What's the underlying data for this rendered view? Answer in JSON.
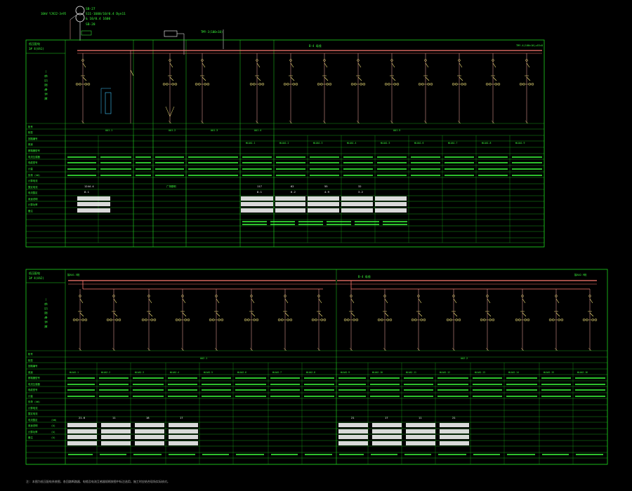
{
  "colors": {
    "background": "#000000",
    "frame": "#1fd41f",
    "text": "#3cff3c",
    "busbar": "#ff7a70",
    "feeder": "#ffb0a8",
    "breaker": "#ffee80",
    "device": "#40c8ff",
    "faint": "#b0b0b0"
  },
  "transformer": {
    "label_top": "SB-27",
    "label_line1": "S11-1600/10/0.4 Dyn11",
    "label_line2": "& 10/0.4 1600",
    "label_bottom": "SB-28",
    "hv_label": "10kV YJV22-3×95"
  },
  "capacitor_label": "TMY-3(100×10)",
  "panel_top": {
    "header": [
      "低压配电",
      "3# 4(AA1)"
    ],
    "side_title": "一 低 压 配 电 系 统",
    "busbar_label": "B-4 母线",
    "bus_end_label": "TMY-4(100×10)+63×8",
    "row_labels": [
      "柜号",
      "柜型",
      "回路编号",
      "用途",
      "断路器型号",
      "电流互感器",
      "电缆型号",
      "计量",
      "负荷 (kW)",
      "计算电流",
      "整定电流",
      "电流整定",
      "用途说明",
      "计算功率",
      "备注"
    ],
    "cabinet_codes": [
      "AA1.1",
      "AA1.2",
      "AA1.3",
      "AA1.4",
      "AA1.5"
    ],
    "feeder_codes": [
      "WLAA1.1",
      "WLAA1.2",
      "WLAA1.3",
      "WLAA1.4",
      "WLAA1.5",
      "WLAA1.6",
      "WLAA1.7",
      "WLAA1.8",
      "WLAA1.9"
    ],
    "values_a": [
      "1244.4",
      "117",
      "62",
      "55",
      "32"
    ],
    "values_b": [
      "8.1",
      "8.1",
      "6.2",
      "4.9",
      "3.2"
    ],
    "note": "广场照明"
  },
  "panel_bottom": {
    "header": [
      "低压配电",
      "3# 4(AA2)"
    ],
    "side_title": "一 低 压 配 电 系 统",
    "busbar_label": "B-4 母线",
    "bus_start_label": "接AA1.5柜",
    "bus_end_label": "接AA2.9柜",
    "cabinet_codes": [
      "AA2.1",
      "AA2.2"
    ],
    "feeder_codes": [
      "WLAA2.1",
      "WLAA2.2",
      "WLAA2.3",
      "WLAA2.4",
      "WLAA2.5",
      "WLAA2.6",
      "WLAA2.7",
      "WLAA2.8",
      "WLAA2.9",
      "WLAA2.10",
      "WLAA2.11",
      "WLAA2.12",
      "WLAA2.13",
      "WLAA2.14",
      "WLAA2.15",
      "WLAA2.16"
    ],
    "values_left": [
      "21.6",
      "11",
      "18",
      "17"
    ],
    "values_right": [
      "21",
      "17",
      "11",
      "21"
    ],
    "units": [
      "(kW)",
      "(A)",
      "(A)",
      "(A)"
    ]
  },
  "footnote": "注: 本图为低压配电系统图，各回路断路器、电缆及电流互感器规格按图中标注选用，施工时应结合现场实际核对。"
}
